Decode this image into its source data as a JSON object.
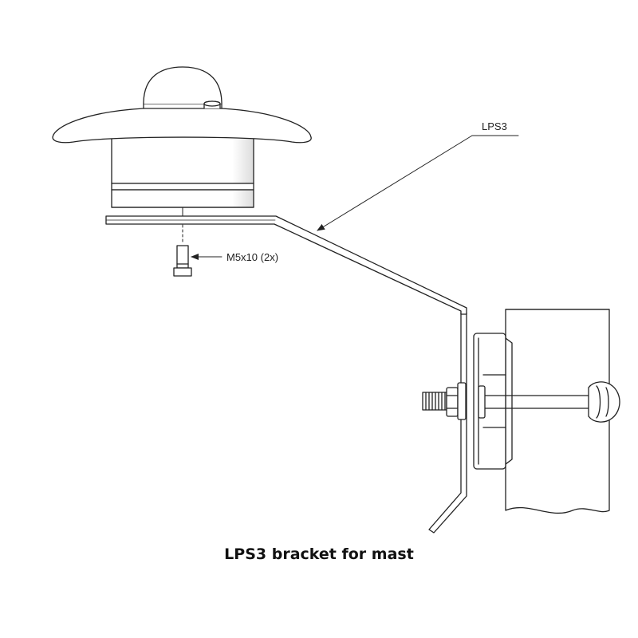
{
  "labels": {
    "part_name": "LPS3",
    "screw": "M5x10 (2x)"
  },
  "caption": "LPS3 bracket for mast",
  "colors": {
    "line": "#222222",
    "background": "#ffffff"
  }
}
